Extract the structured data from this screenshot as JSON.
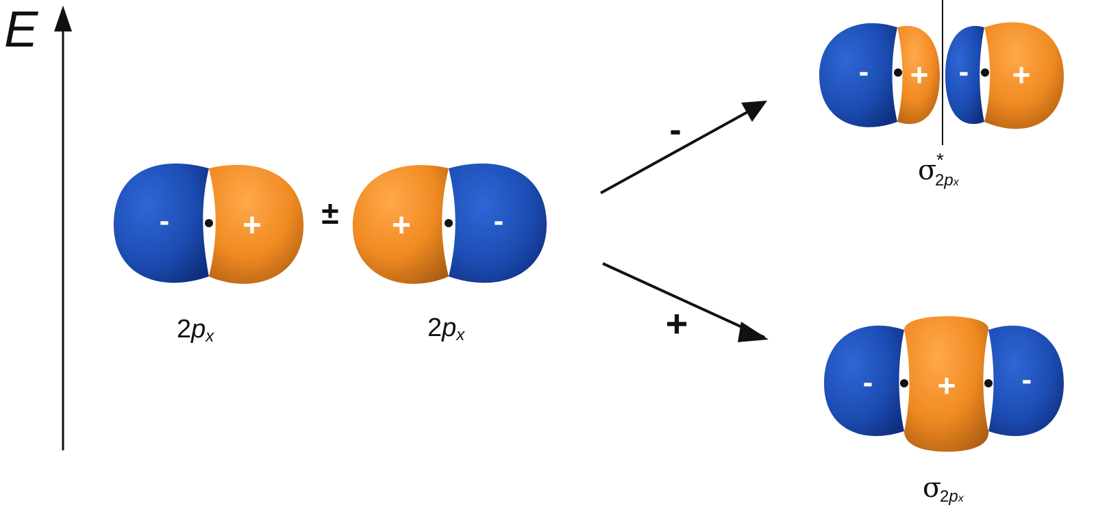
{
  "diagram": {
    "axis_label": "E",
    "combine_operator": "±",
    "combine_operator_minus": "-",
    "atomic_orbitals": [
      {
        "label_main": "2",
        "label_var": "p",
        "label_sub": "x",
        "lobes": [
          "-",
          "+"
        ]
      },
      {
        "label_main": "2",
        "label_var": "p",
        "label_sub": "x",
        "lobes": [
          "+",
          "-"
        ]
      }
    ],
    "arrows": [
      {
        "sign": "-",
        "target": "antibonding"
      },
      {
        "sign": "+",
        "target": "bonding"
      }
    ],
    "molecular_orbitals": {
      "antibonding": {
        "symbol": "σ",
        "superscript": "*",
        "subscript_main": "2",
        "subscript_var": "p",
        "subscript_sub": "x",
        "lobes": [
          "-",
          "+",
          "-",
          "+"
        ]
      },
      "bonding": {
        "symbol": "σ",
        "subscript_main": "2",
        "subscript_var": "p",
        "subscript_sub": "x",
        "lobes": [
          "-",
          "+",
          "-"
        ]
      }
    },
    "colors": {
      "negative_lobe": "#1f4fb5",
      "positive_lobe": "#f08a22",
      "lobe_sign_text": "#ffffff",
      "line": "#111111"
    }
  }
}
